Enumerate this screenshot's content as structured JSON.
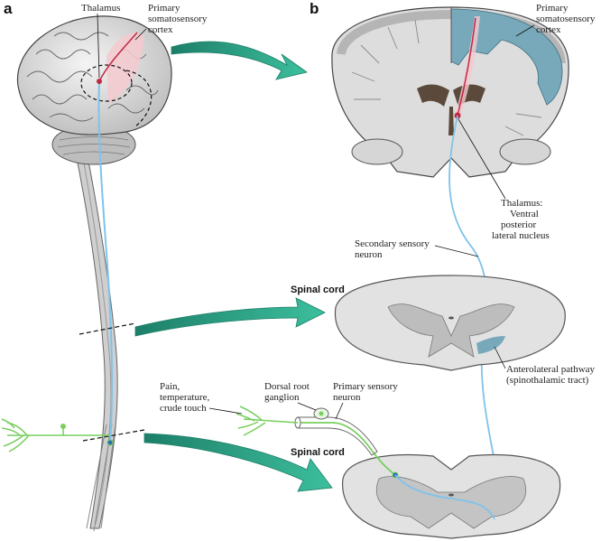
{
  "panels": {
    "a": "a",
    "b": "b"
  },
  "labels": {
    "thalamus": "Thalamus",
    "psc_a": [
      "Primary",
      "somatosensory",
      "cortex"
    ],
    "psc_b": [
      "Primary",
      "somatosensory",
      "cortex"
    ],
    "thalamus_vpl": [
      "Thalamus:",
      "Ventral",
      "posterior",
      "lateral nucleus"
    ],
    "secondary": [
      "Secondary sensory",
      "neuron"
    ],
    "spinal_cord_1": "Spinal cord",
    "spinal_cord_2": "Spinal cord",
    "anterolateral": [
      "Anterolateral pathway",
      "(spinothalamic tract)"
    ],
    "pain": [
      "Pain,",
      "temperature,",
      "crude touch"
    ],
    "drg": [
      "Dorsal root",
      "ganglion"
    ],
    "primary_neuron": [
      "Primary sensory",
      "neuron"
    ]
  },
  "colors": {
    "arrow": "#2fa58b",
    "arrow_dark": "#1d7f69",
    "pathway_blue": "#7fc3ea",
    "primary_green": "#77cf5e",
    "thalamus_red": "#c22945",
    "cortex_blue": "#77a9bb",
    "tissue_gray": "#d9d9d9"
  }
}
